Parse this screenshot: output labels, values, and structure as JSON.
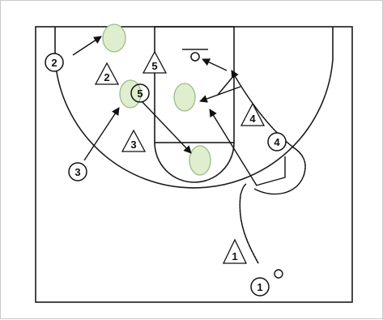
{
  "diagram": {
    "colors": {
      "court_line": "#1a1a1a",
      "zone_fill": "#dfeecf",
      "zone_stroke": "#9cba86",
      "background": "#ffffff"
    },
    "offense": [
      {
        "label": "1"
      },
      {
        "label": "2"
      },
      {
        "label": "3"
      },
      {
        "label": "4"
      },
      {
        "label": "5"
      }
    ],
    "defense": [
      {
        "label": "1"
      },
      {
        "label": "2"
      },
      {
        "label": "3"
      },
      {
        "label": "4"
      },
      {
        "label": "5"
      }
    ],
    "ball": {
      "icon": "ball-icon"
    },
    "zones": 4
  }
}
